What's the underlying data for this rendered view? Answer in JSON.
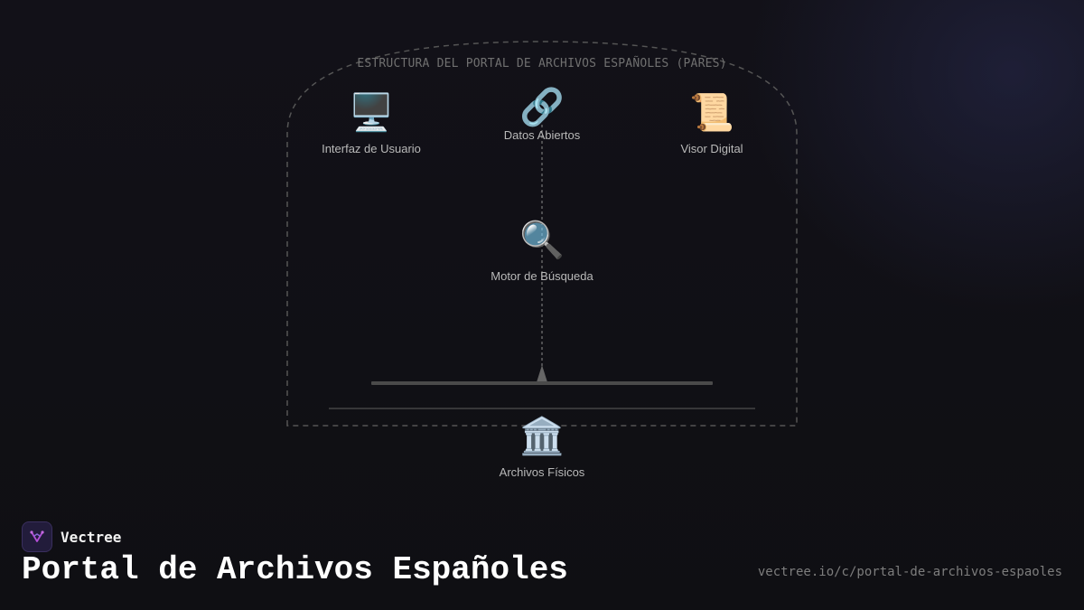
{
  "diagram": {
    "frame_title": "ESTRUCTURA DEL PORTAL DE ARCHIVOS ESPAÑOLES (PARES)",
    "nodes": {
      "ui": {
        "label": "Interfaz de Usuario",
        "icon": "desktop-computer-icon",
        "glyph": "🖥️"
      },
      "open_data": {
        "label": "Datos Abiertos",
        "icon": "link-icon",
        "glyph": "🔗"
      },
      "viewer": {
        "label": "Visor Digital",
        "icon": "scroll-icon",
        "glyph": "📜"
      },
      "search": {
        "label": "Motor de Búsqueda",
        "icon": "magnifying-glass-icon",
        "glyph": "🔍"
      },
      "archives": {
        "label": "Archivos Físicos",
        "icon": "classical-building-icon",
        "glyph": "🏛️"
      }
    },
    "colors": {
      "frame": "#555555",
      "connector": "#777777",
      "beam": "#4a4a4a"
    }
  },
  "footer": {
    "brand": "Vectree",
    "title": "Portal de Archivos Españoles",
    "url": "vectree.io/c/portal-de-archivos-espaoles",
    "accent": "#b44fd6"
  }
}
